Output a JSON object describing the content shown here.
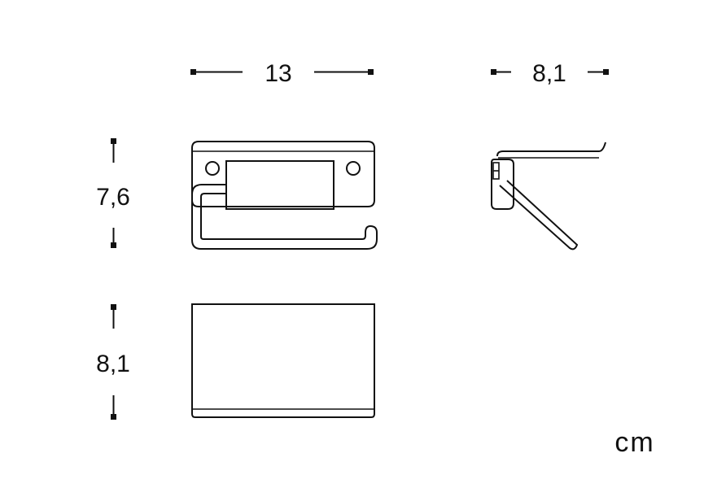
{
  "dimensions": {
    "width_front": "13",
    "depth_side": "8,1",
    "height_front": "7,6",
    "height_top": "8,1"
  },
  "unit": "cm",
  "colors": {
    "line": "#111111",
    "background": "#ffffff"
  }
}
